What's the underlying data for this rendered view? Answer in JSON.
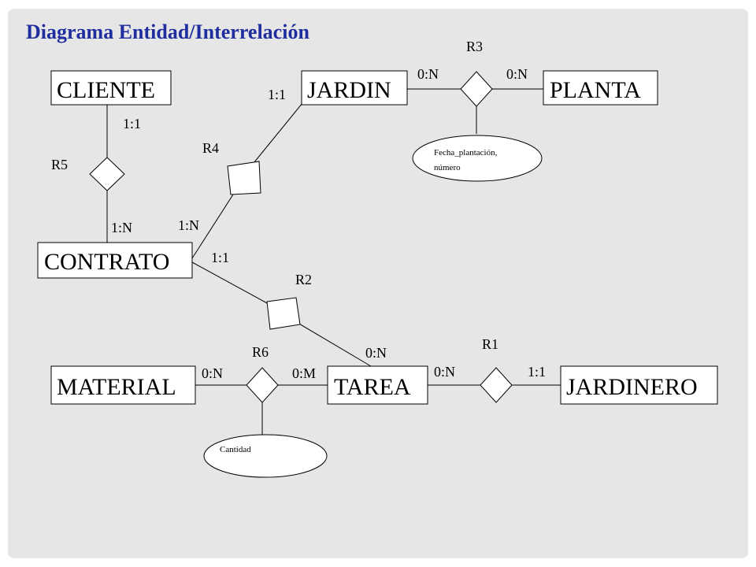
{
  "title": "Diagrama Entidad/Interrelación",
  "entities": {
    "cliente": "CLIENTE",
    "jardin": "JARDIN",
    "planta": "PLANTA",
    "contrato": "CONTRATO",
    "material": "MATERIAL",
    "tarea": "TAREA",
    "jardinero": "JARDINERO"
  },
  "relationships": {
    "r1": "R1",
    "r2": "R2",
    "r3": "R3",
    "r4": "R4",
    "r5": "R5",
    "r6": "R6"
  },
  "cardinalities": {
    "r3_jardin": "0:N",
    "r3_planta": "0:N",
    "r4_jardin": "1:1",
    "r4_contrato": "1:N",
    "r5_cliente": "1:1",
    "r5_contrato": "1:N",
    "r2_contrato": "1:1",
    "r2_tarea": "0:N",
    "r6_material": "0:N",
    "r6_tarea": "0:M",
    "r1_tarea": "0:N",
    "r1_jardinero": "1:1"
  },
  "attributes": {
    "r3_line1": "Fecha_plantación,",
    "r3_line2": "número",
    "r6": "Cantidad"
  }
}
